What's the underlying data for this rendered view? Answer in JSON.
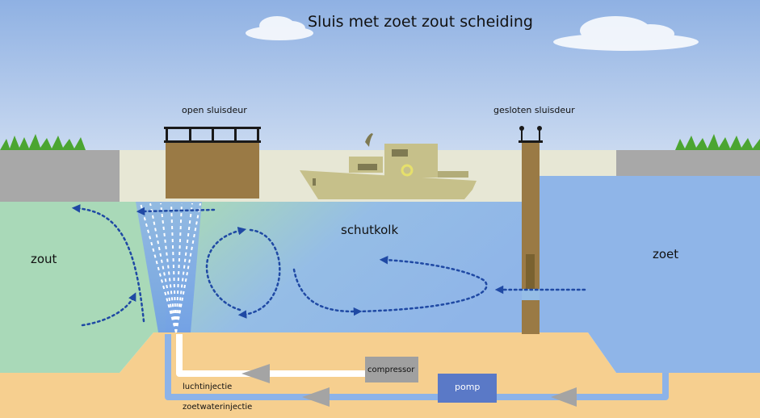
{
  "title": "Sluis met zoet zout scheiding",
  "labels": {
    "open_gate": "open sluisdeur",
    "closed_gate": "gesloten sluisdeur",
    "salt": "zout",
    "lock_chamber": "schutkolk",
    "fresh": "zoet",
    "compressor": "compressor",
    "pump": "pomp",
    "air_injection": "luchtinjectie",
    "freshwater_injection": "zoetwaterinjectie"
  },
  "colors": {
    "salt_water": "#a9d9b8",
    "fresh_water": "#8fb5e8",
    "sand": "#f6cf8f",
    "wall": "#a8a8a8",
    "gate": "#9a7a45",
    "arrow": "#1f49a4",
    "pipe": "#8db3e8",
    "pump": "#5a79c7",
    "compressor": "#a0a0a0",
    "boat": "#c6c08a"
  }
}
